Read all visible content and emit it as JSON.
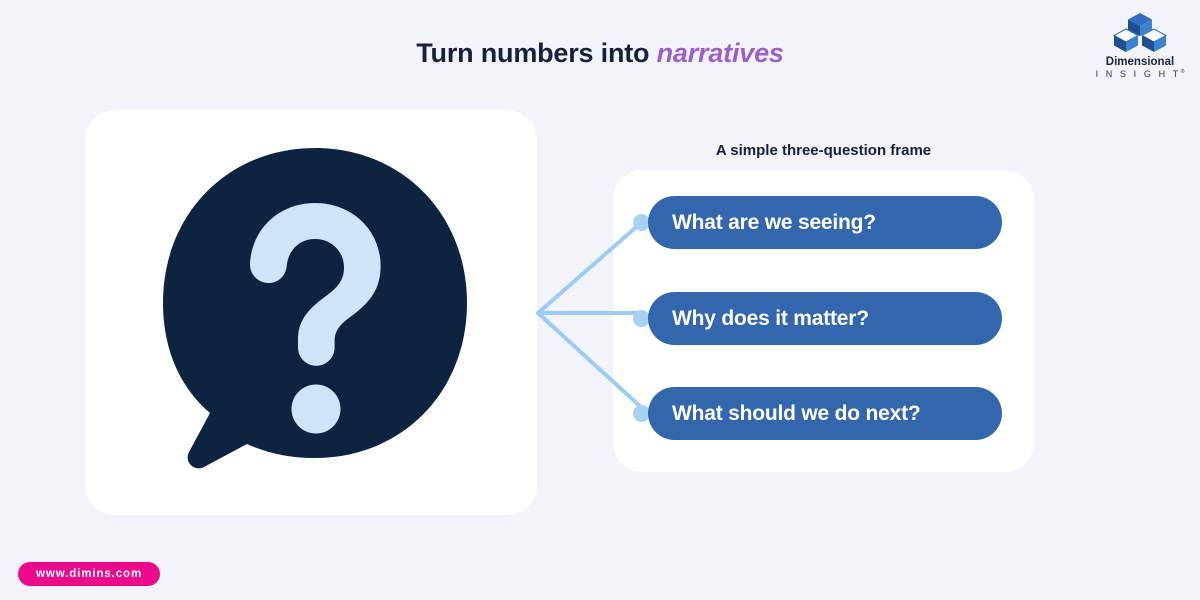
{
  "page": {
    "background_color": "#f3f4f9",
    "card_color": "#ffffff"
  },
  "header": {
    "title_plain": "Turn numbers into ",
    "title_accent": "narratives",
    "title_color": "#17203c",
    "accent_color": "#9b5fc8"
  },
  "logo": {
    "name": "Dimensional",
    "subtitle": "I N S I G H T",
    "trademark": "®",
    "mark_name": "isometric-cubes-logo",
    "mark_color": "#2b66b0"
  },
  "illustration": {
    "name": "question-mark-speech-bubble",
    "bubble_color": "#0d2340",
    "mark_color": "#cde4fa"
  },
  "frame": {
    "caption": "A simple three-question frame",
    "caption_color": "#17203c",
    "pill_color": "#3366ad",
    "pill_text_color": "#ffffff",
    "node_color": "#a9d2f2",
    "connector_color": "#9ecbf3",
    "questions": [
      {
        "label": "What are we seeing?"
      },
      {
        "label": "Why does it matter?"
      },
      {
        "label": "What should we do next?"
      }
    ]
  },
  "footer": {
    "url": "www.dimins.com",
    "badge_color": "#ec0a8c",
    "badge_text_color": "#ffffff"
  }
}
